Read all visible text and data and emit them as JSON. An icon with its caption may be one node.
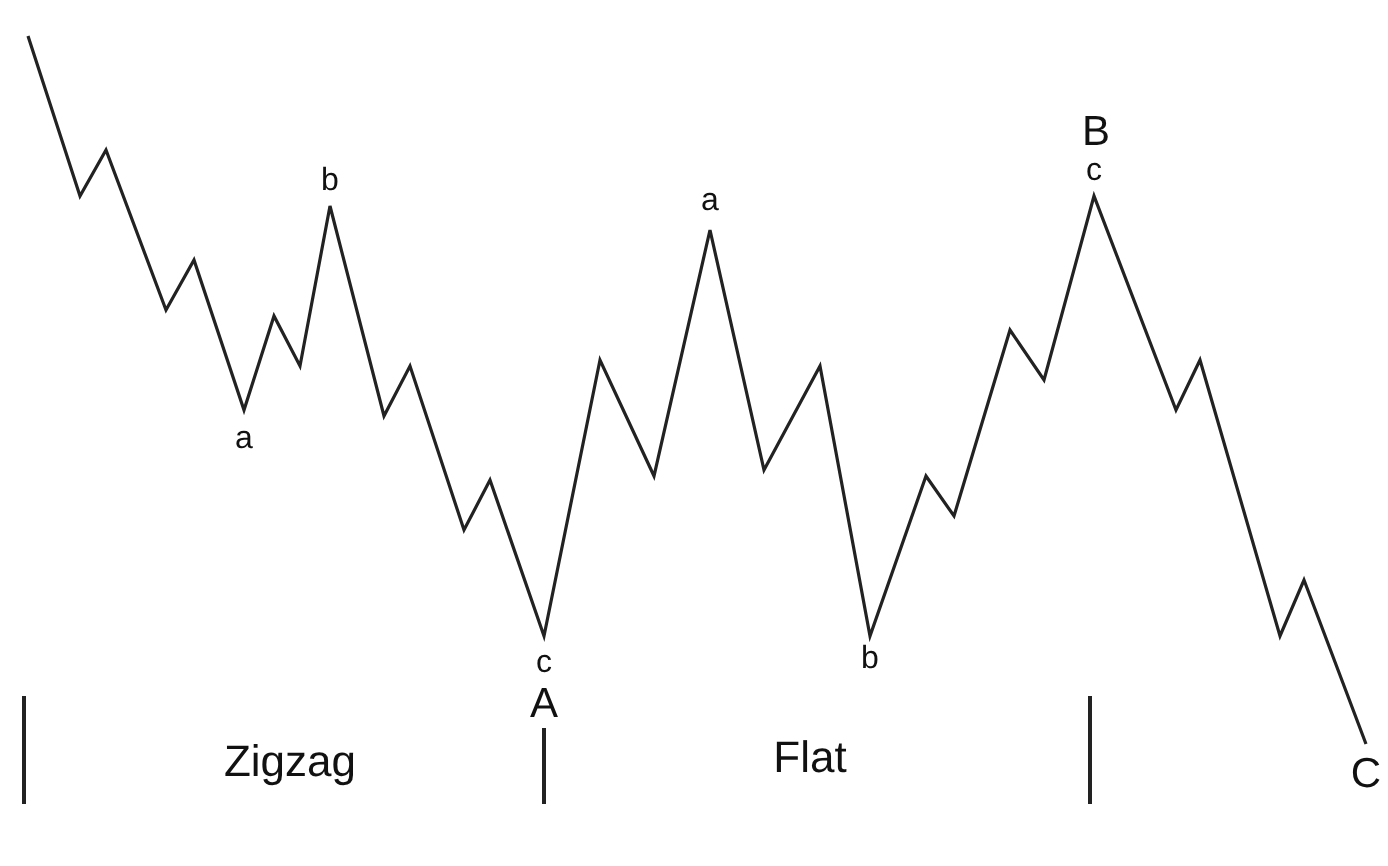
{
  "diagram": {
    "labels": [
      "B",
      "c",
      "a",
      "b",
      "a",
      "c",
      "A",
      "b",
      "Zigzag",
      "Flat",
      "C"
    ]
  }
}
